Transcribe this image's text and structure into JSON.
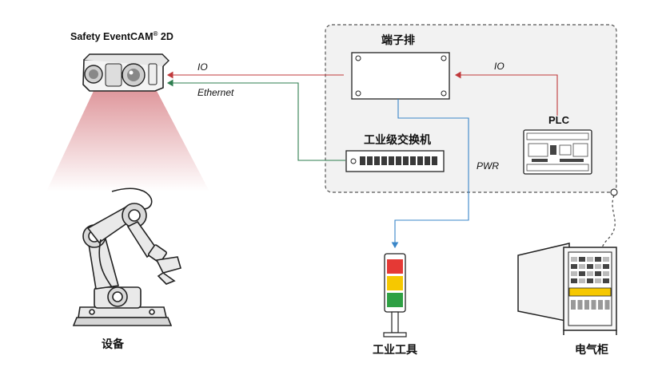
{
  "title": "Safety EventCAM® 2D",
  "title_main": "Safety EventCAM",
  "title_sup": "®",
  "title_suffix": " 2D",
  "labels": {
    "terminal_block": "端子排",
    "plc": "PLC",
    "switch": "工业级交换机",
    "equipment": "设备",
    "tool": "工业工具",
    "cabinet": "电气柜"
  },
  "links": {
    "io_camera": "IO",
    "ethernet": "Ethernet",
    "io_plc": "IO",
    "pwr": "PWR"
  },
  "colors": {
    "io_line": "#c0393b",
    "ethernet_line": "#2e7d4f",
    "pwr_line": "#3a86c8",
    "cabinet_area": "#f2f2f2",
    "light_red": "#e53935",
    "light_yellow": "#f6c800",
    "light_green": "#2ea043",
    "camera_beam": "#d9848a"
  }
}
